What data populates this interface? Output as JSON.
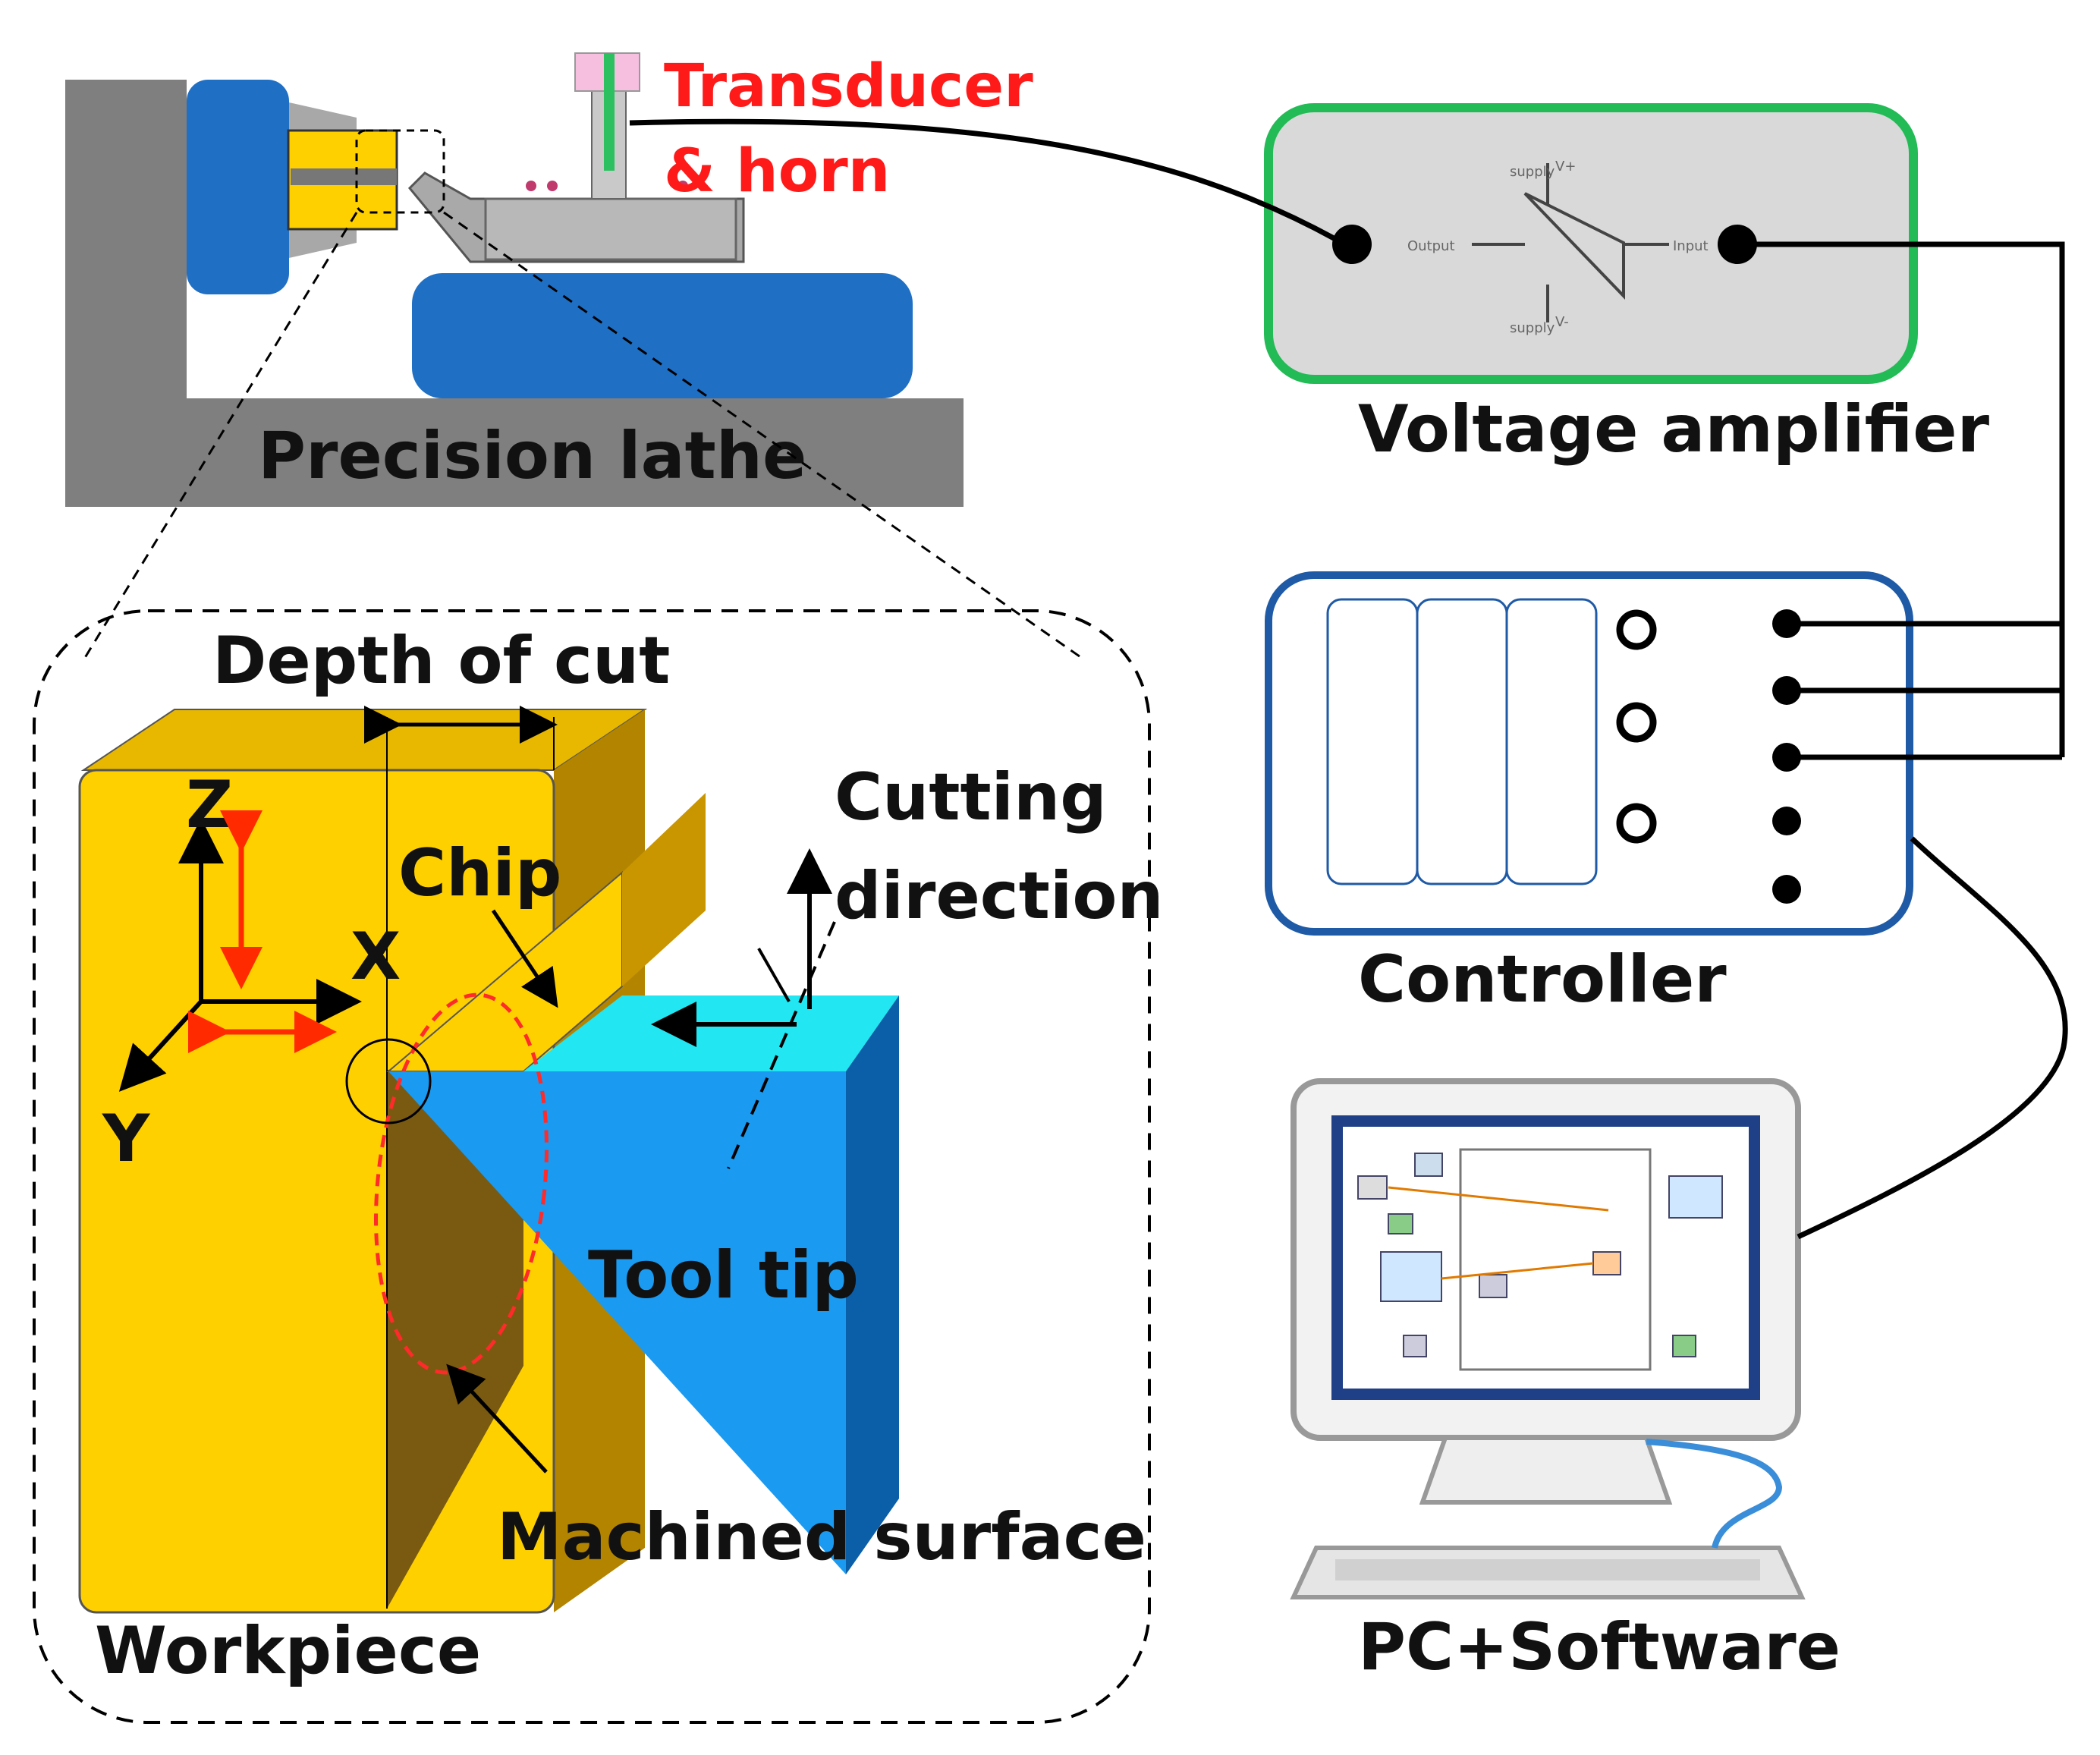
{
  "lathe": {
    "label": "Precision lathe"
  },
  "transducer": {
    "line1": "Transducer",
    "line2": "& horn"
  },
  "amplifier": {
    "label": "Voltage amplifier",
    "pin_output": "Output",
    "pin_input": "Input",
    "pin_vplus": "V+",
    "pin_vminus": "V-",
    "pin_supply": "supply"
  },
  "controller": {
    "label": "Controller"
  },
  "pc": {
    "label": "PC+Software"
  },
  "detail": {
    "depth_of_cut": "Depth of cut",
    "chip": "Chip",
    "cutting_direction_1": "Cutting",
    "cutting_direction_2": "direction",
    "tool_tip": "Tool tip",
    "machined_surface": "Machined surface",
    "workpiece": "Workpiece",
    "axis_z": "Z",
    "axis_x": "X",
    "axis_y": "Y"
  },
  "colors": {
    "accent_red": "#ff1a1a",
    "amplifier_border": "#22bb55",
    "controller_border": "#1f5aa6",
    "lathe_gray": "#7f7f7f",
    "lathe_blue": "#1f6fc4",
    "workpiece_yellow": "#ffd000",
    "tool_blue": "#1a9af0",
    "tool_cyan": "#22e6f2"
  }
}
